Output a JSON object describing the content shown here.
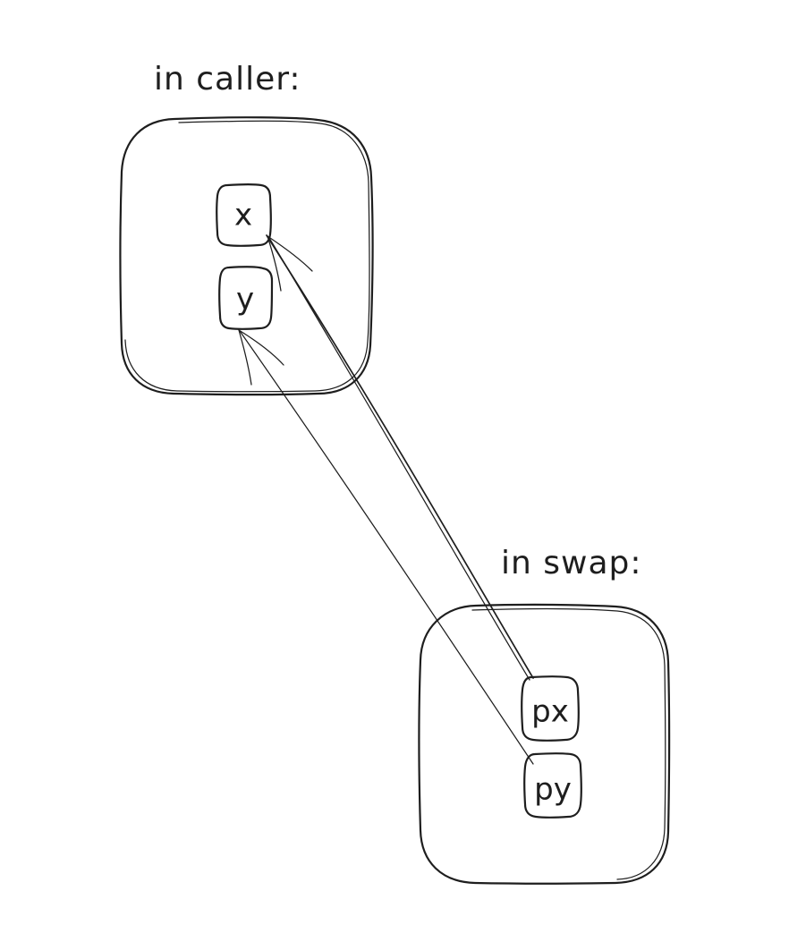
{
  "caller_frame": {
    "title": "in caller:",
    "cells": [
      "x",
      "y"
    ]
  },
  "swap_frame": {
    "title": "in swap:",
    "cells": [
      "px",
      "py"
    ]
  },
  "pointers": [
    {
      "from": "px",
      "to": "x"
    },
    {
      "from": "py",
      "to": "y"
    }
  ],
  "colors": {
    "ink": "#1e1e1e",
    "background": "#ffffff"
  }
}
